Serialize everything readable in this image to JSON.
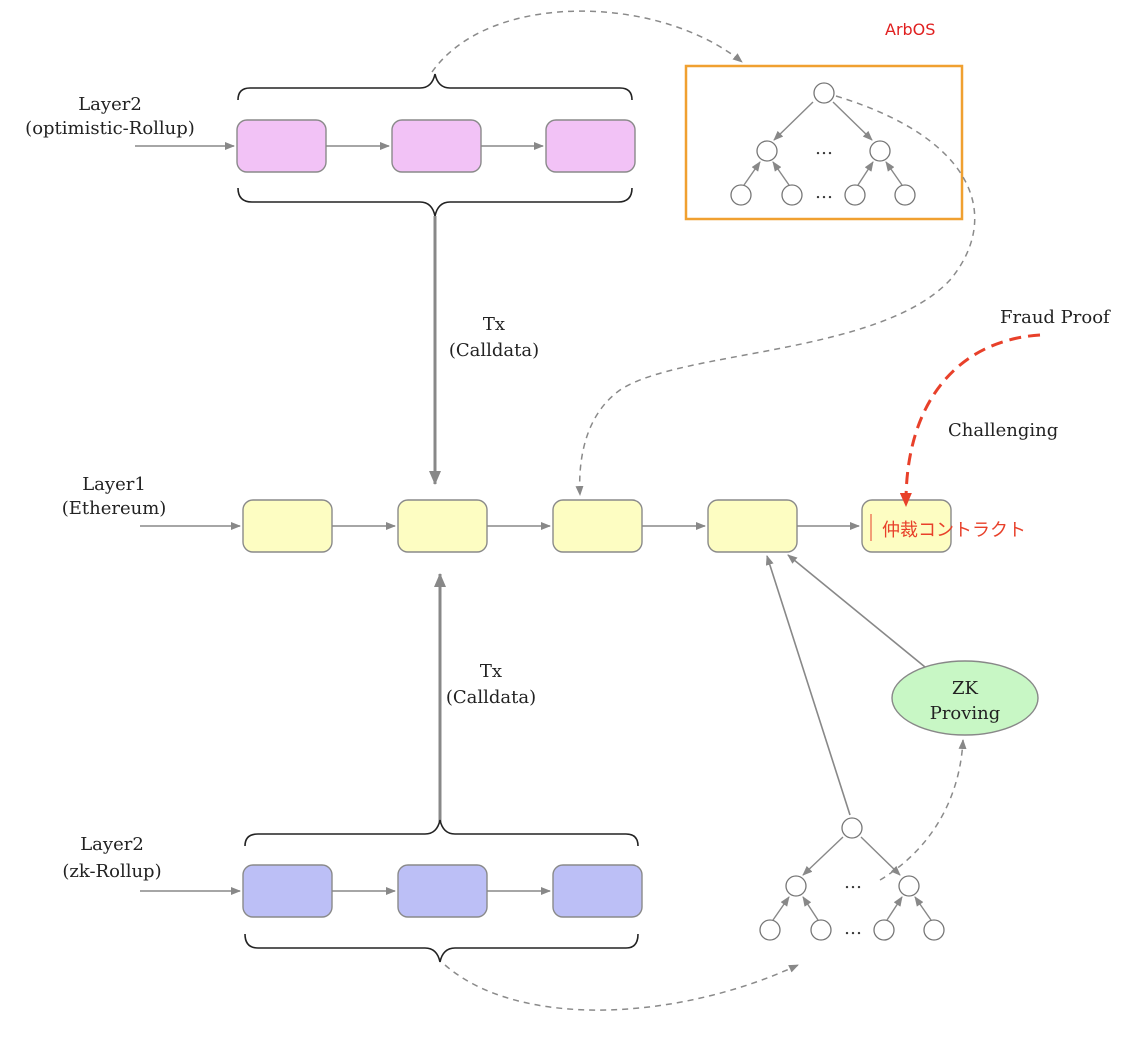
{
  "colors": {
    "optimistic_block": "#f2c2f6",
    "layer1_block": "#fdfdc2",
    "zk_block": "#bcbff6",
    "zk_proving_fill": "#c8f7c5",
    "arbos_border": "#f0a030",
    "red_accent": "#e8402a",
    "arbos_text": "#e02020"
  },
  "labels": {
    "layer2_optimistic": [
      "Layer2",
      "(optimistic-Rollup)"
    ],
    "layer1": [
      "Layer1",
      "(Ethereum)"
    ],
    "layer2_zk": [
      "Layer2",
      "(zk-Rollup)"
    ],
    "tx_top": [
      "Tx",
      "(Calldata)"
    ],
    "tx_bottom": [
      "Tx",
      "(Calldata)"
    ],
    "zk_proving": [
      "ZK",
      "Proving"
    ],
    "fraud_proof": "Fraud Proof",
    "challenging": "Challenging",
    "arbos": "ArbOS",
    "arbitration_contract": "仲裁コントラクト",
    "tree_ellipsis": "…"
  }
}
